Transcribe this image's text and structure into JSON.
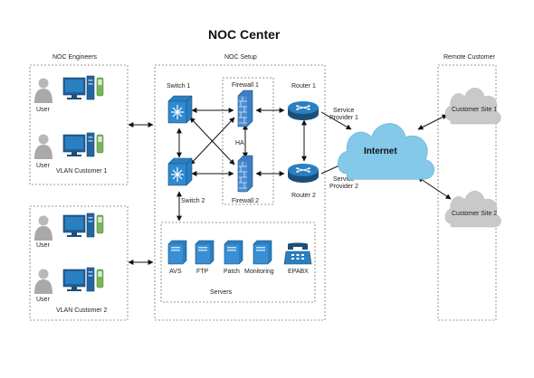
{
  "title": "NOC Center",
  "groups": {
    "noc_engineers": "NOC Engineers",
    "noc_setup": "NOC Setup",
    "remote_customer": "Remote Customer",
    "servers": "Servers"
  },
  "nodes": {
    "user": "User",
    "vlan1": "VLAN Customer 1",
    "vlan2": "VLAN Customer 2",
    "switch1": "Switch 1",
    "switch2": "Switch 2",
    "firewall1": "Firewall 1",
    "firewall2": "Firewall 2",
    "ha": "HA",
    "router1": "Router 1",
    "router2": "Router 2",
    "sp1_line1": "Service",
    "sp1_line2": "Provider 1",
    "sp2_line1": "Service",
    "sp2_line2": "Provider 2",
    "internet": "Internet",
    "site1": "Customer Site 1",
    "site2": "Customer Site 2",
    "avs": "AVS",
    "ftp": "FTP",
    "patch": "Patch",
    "monitoring": "Monitoring",
    "epabx": "EPABX"
  },
  "colors": {
    "device_blue": "#2a7fc0",
    "device_dark": "#1b4f7a",
    "firewall_blue": "#3d7fc4",
    "cloud_blue": "#84c8ea",
    "cloud_grey": "#c9c9c9",
    "phone_green": "#7ab55c",
    "box_border": "#777777"
  }
}
